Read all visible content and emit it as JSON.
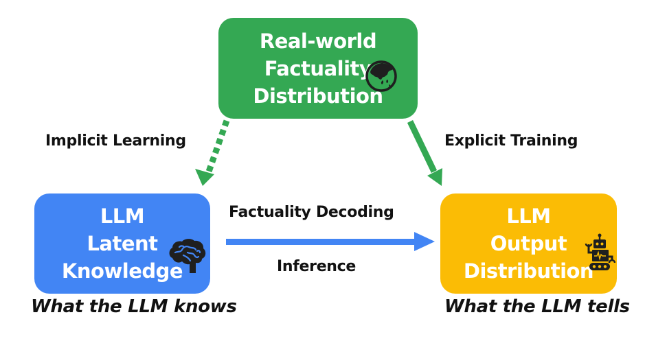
{
  "colors": {
    "real_world": "#34A853",
    "latent": "#4285F4",
    "output": "#FBBC05",
    "icon": "#1f1f1f",
    "text": "#111111"
  },
  "nodes": {
    "real_world": {
      "lines": [
        "Real-world",
        "Factuality",
        "Distribution"
      ],
      "icon": "globe-icon"
    },
    "latent": {
      "lines": [
        "LLM",
        "Latent",
        "Knowledge"
      ],
      "icon": "brain-icon",
      "caption": "What the LLM knows"
    },
    "output": {
      "lines": [
        "LLM",
        "Output",
        "Distribution"
      ],
      "icon": "robot-icon",
      "caption": "What the LLM tells"
    }
  },
  "edges": {
    "implicit": {
      "label": "Implicit Learning",
      "style": "dashed",
      "from": "real_world",
      "to": "latent"
    },
    "explicit": {
      "label": "Explicit Training",
      "style": "solid",
      "from": "real_world",
      "to": "output"
    },
    "decoding": {
      "label_top": "Factuality Decoding",
      "label_bottom": "Inference",
      "style": "solid",
      "from": "latent",
      "to": "output"
    }
  }
}
